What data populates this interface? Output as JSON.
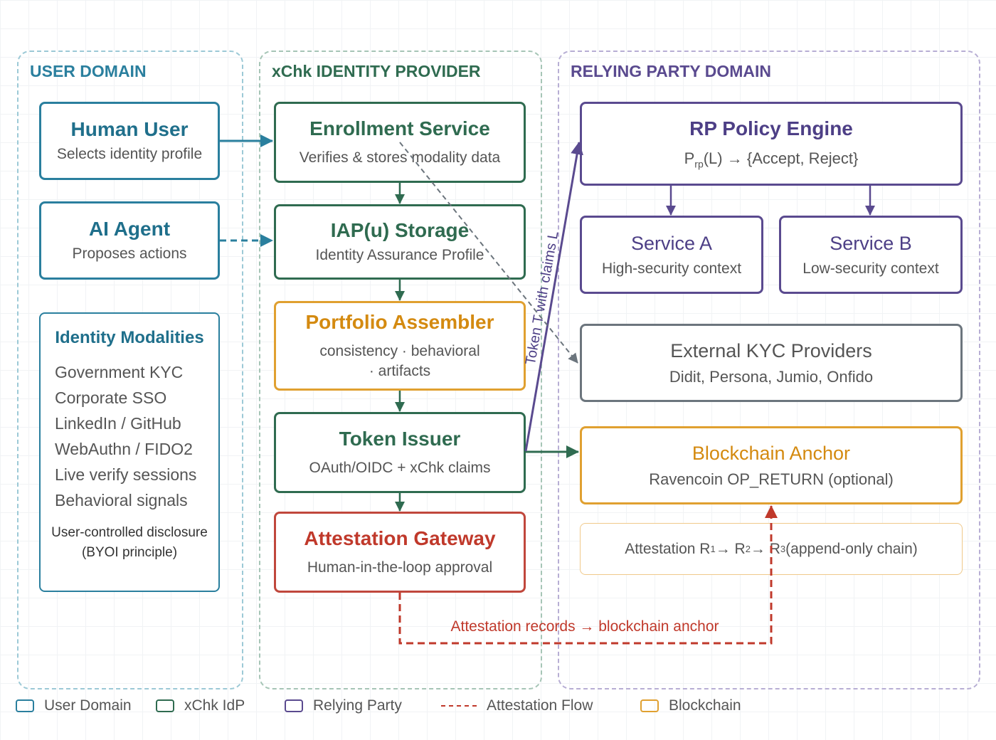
{
  "domains": {
    "user": "USER DOMAIN",
    "idp": "xChk IDENTITY PROVIDER",
    "rp": "RELYING PARTY DOMAIN"
  },
  "user_domain": {
    "human_user": {
      "title": "Human User",
      "subtitle": "Selects identity profile"
    },
    "ai_agent": {
      "title": "AI Agent",
      "subtitle": "Proposes actions"
    },
    "modalities": {
      "title": "Identity Modalities",
      "items": [
        "Government KYC",
        "Corporate SSO",
        "LinkedIn / GitHub",
        "WebAuthn / FIDO2",
        "Live verify sessions",
        "Behavioral signals"
      ],
      "note_line1": "User-controlled disclosure",
      "note_line2": "(BYOI principle)"
    }
  },
  "idp": {
    "enrollment": {
      "title": "Enrollment Service",
      "subtitle": "Verifies & stores modality data"
    },
    "iap_storage": {
      "title": "IAP(u) Storage",
      "subtitle": "Identity Assurance Profile"
    },
    "portfolio": {
      "title": "Portfolio Assembler",
      "subtitle_line1": "consistency · behavioral",
      "subtitle_line2": "· artifacts"
    },
    "token_issuer": {
      "title": "Token Issuer",
      "subtitle": "OAuth/OIDC + xChk claims"
    },
    "attestation_gateway": {
      "title": "Attestation Gateway",
      "subtitle": "Human-in-the-loop approval"
    }
  },
  "rp": {
    "policy_engine": {
      "title": "RP Policy Engine",
      "formula_p": "P",
      "formula_sub": "rp",
      "formula_rest": "(L) → {Accept, Reject}"
    },
    "service_a": {
      "title": "Service A",
      "subtitle": "High-security context"
    },
    "service_b": {
      "title": "Service B",
      "subtitle": "Low-security context"
    },
    "kyc": {
      "title": "External KYC Providers",
      "subtitle": "Didit, Persona, Jumio, Onfido"
    },
    "blockchain": {
      "title": "Blockchain Anchor",
      "subtitle": "Ravencoin OP_RETURN (optional)"
    },
    "chain": {
      "prefix": "Attestation R",
      "s1": "1",
      "a1": " → R",
      "s2": "2",
      "a2": " → R",
      "s3": "3",
      "suffix": " (append-only chain)"
    }
  },
  "edges": {
    "token_label": "Token T with claims L",
    "attestation_label": "Attestation records → blockchain anchor"
  },
  "legend": [
    "User Domain",
    "xChk IdP",
    "Relying Party",
    "Attestation Flow",
    "Blockchain"
  ],
  "colors": {
    "user": "#2a7f9e",
    "idp": "#2f6b50",
    "rp": "#5a4a8f",
    "attestation": "#c0392b",
    "blockchain": "#e0a030",
    "kyc": "#6c757d"
  }
}
